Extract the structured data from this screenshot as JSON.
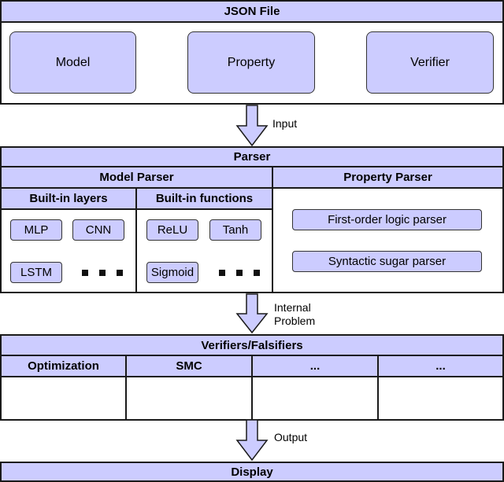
{
  "json_file": {
    "title": "JSON File",
    "items": [
      "Model",
      "Property",
      "Verifier"
    ]
  },
  "arrows": {
    "input": "Input",
    "internal_problem_line1": "Internal",
    "internal_problem_line2": "Problem",
    "output": "Output"
  },
  "parser": {
    "title": "Parser",
    "model_parser": {
      "title": "Model Parser",
      "builtin_layers": {
        "title": "Built-in layers",
        "items": [
          "MLP",
          "CNN",
          "LSTM"
        ]
      },
      "builtin_functions": {
        "title": "Built-in functions",
        "items": [
          "ReLU",
          "Tanh",
          "Sigmoid"
        ]
      }
    },
    "property_parser": {
      "title": "Property Parser",
      "items": [
        "First-order logic parser",
        "Syntactic sugar parser"
      ]
    }
  },
  "verifiers": {
    "title": "Verifiers/Falsifiers",
    "columns": [
      "Optimization",
      "SMC",
      "...",
      "..."
    ]
  },
  "display": {
    "title": "Display"
  },
  "colors": {
    "fill": "#ccccff",
    "stroke": "#1a1a1a"
  }
}
